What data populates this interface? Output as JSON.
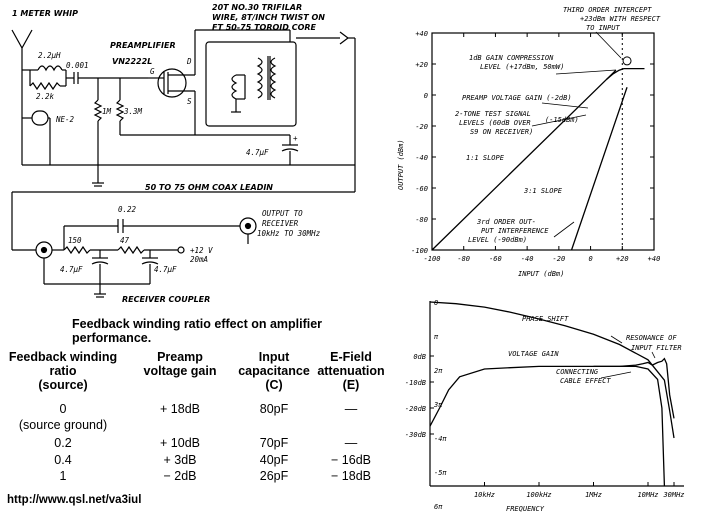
{
  "schematic": {
    "antenna": "1 METER WHIP",
    "l1": "2.2µH",
    "r_in": "2.2k",
    "c_in": "0.001",
    "preamp": "PREAMPLIFIER",
    "fet": "VN2222L",
    "pin_d": "D",
    "pin_g": "G",
    "pin_s": "S",
    "r_1m": "1M",
    "r_33m": "3.3M",
    "neon": "NE-2",
    "toroid": [
      "20T NO.30 TRIFILAR",
      "WIRE, 8T/INCH TWIST ON",
      "FT 50-75 TOROID CORE"
    ],
    "c_47": "4.7µF",
    "coax": "50 TO 75 OHM COAX LEADIN",
    "c_022": "0.22",
    "r_150": "150",
    "r_47": "47",
    "c_47a": "4.7µF",
    "c_47b": "4.7µF",
    "supply": [
      "+12 V",
      "20mA"
    ],
    "output": [
      "OUTPUT TO",
      "RECEIVER",
      "10kHz TO 30MHz"
    ],
    "coupler": "RECEIVER COUPLER",
    "plus": "+"
  },
  "chart_data": [
    {
      "type": "line",
      "xlabel": "INPUT (dBm)",
      "ylabel": "OUTPUT (dBm)",
      "xlim": [
        -100,
        40
      ],
      "ylim": [
        -100,
        40
      ],
      "x_ticks": [
        "-100",
        "-80",
        "-60",
        "-40",
        "-20",
        "0",
        "+20",
        "+40"
      ],
      "y_ticks": [
        "+40",
        "+20",
        "0",
        "-20",
        "-40",
        "-60",
        "-80",
        "-100"
      ],
      "series": [
        {
          "name": "1:1 SLOPE",
          "x": [
            -100,
            16
          ],
          "y": [
            -100,
            16
          ]
        },
        {
          "name": "3:1 SLOPE",
          "x": [
            -12,
            23
          ],
          "y": [
            -100,
            5
          ]
        },
        {
          "name": "compression",
          "x": [
            10,
            14,
            18,
            21,
            26,
            34
          ],
          "y": [
            10,
            13.5,
            16,
            17,
            17,
            17
          ]
        }
      ],
      "annotations": [
        "THIRD ORDER INTERCEPT",
        "+23dBm WITH RESPECT",
        "TO INPUT",
        "1dB GAIN COMPRESSION",
        "LEVEL (+17dBm, 50mW)",
        "PREAMP VOLTAGE GAIN (-2dB)",
        "2-TONE TEST SIGNAL",
        "LEVELS (60dB OVER",
        "S9 ON RECEIVER)",
        "(-15dBm)",
        "1:1 SLOPE",
        "3:1 SLOPE",
        "3rd ORDER OUT-",
        "PUT INTERFERENCE",
        "LEVEL (-90dBm)"
      ]
    },
    {
      "type": "line",
      "xlabel": "FREQUENCY",
      "x_ticks": [
        "10kHz",
        "100kHz",
        "1MHz",
        "10MHz",
        "30MHz"
      ],
      "y_ticks_left": [
        "0dB",
        "-10dB",
        "-20dB",
        "-30dB"
      ],
      "y_ticks_phase": [
        "0",
        "π",
        "2π",
        "3π",
        "-4π",
        "-5π",
        "6π"
      ],
      "series": [
        {
          "name": "PHASE SHIFT",
          "x": [
            1,
            3,
            10,
            30,
            100,
            300,
            1000,
            3000,
            10000,
            20000,
            25000,
            30000
          ],
          "y": [
            0.0,
            0.05,
            0.15,
            0.3,
            0.5,
            0.7,
            0.95,
            1.25,
            1.7,
            2.3,
            3.2,
            4.0
          ]
        },
        {
          "name": "VOLTAGE GAIN",
          "x": [
            1,
            1.5,
            2.2,
            3.5,
            10,
            30,
            100,
            300,
            1000,
            3000,
            6000,
            8000,
            10000,
            12000,
            15000,
            18000,
            20000,
            22000,
            25000,
            30000
          ],
          "y": [
            -27,
            -20,
            -13,
            -8,
            -5,
            -4.5,
            -4,
            -4,
            -4,
            -4,
            -3.5,
            -3,
            -2.5,
            -3.5,
            -2.5,
            -2,
            -1,
            -3,
            -15,
            -24
          ]
        },
        {
          "name": "CONNECTING CABLE EFFECT",
          "x": [
            1000,
            3000,
            6000,
            10000,
            15000,
            18000,
            20000
          ],
          "y": [
            -4,
            -4,
            -4,
            -5,
            -9,
            -20,
            -50
          ]
        }
      ],
      "annotations": [
        "PHASE SHIFT",
        "VOLTAGE GAIN",
        "RESONANCE OF",
        "INPUT FILTER",
        "CONNECTING",
        "CABLE EFFECT"
      ]
    }
  ],
  "table": {
    "caption": "Feedback winding ratio effect on amplifier performance.",
    "headers": [
      [
        "Feedback winding",
        "ratio",
        "(source)"
      ],
      [
        "Preamp",
        "voltage gain"
      ],
      [
        "Input",
        "capacitance",
        "(C)"
      ],
      [
        "E-Field",
        "attenuation",
        "(E)"
      ]
    ],
    "rows": [
      [
        "0",
        "+ 18dB",
        "80pF",
        "—"
      ],
      [
        "(source ground)",
        "",
        "",
        ""
      ],
      [
        "0.2",
        "+ 10dB",
        "70pF",
        "—"
      ],
      [
        "0.4",
        "+ 3dB",
        "40pF",
        "− 16dB"
      ],
      [
        "1",
        "− 2dB",
        "26pF",
        "− 18dB"
      ]
    ]
  },
  "url": "http://www.qsl.net/va3iul"
}
